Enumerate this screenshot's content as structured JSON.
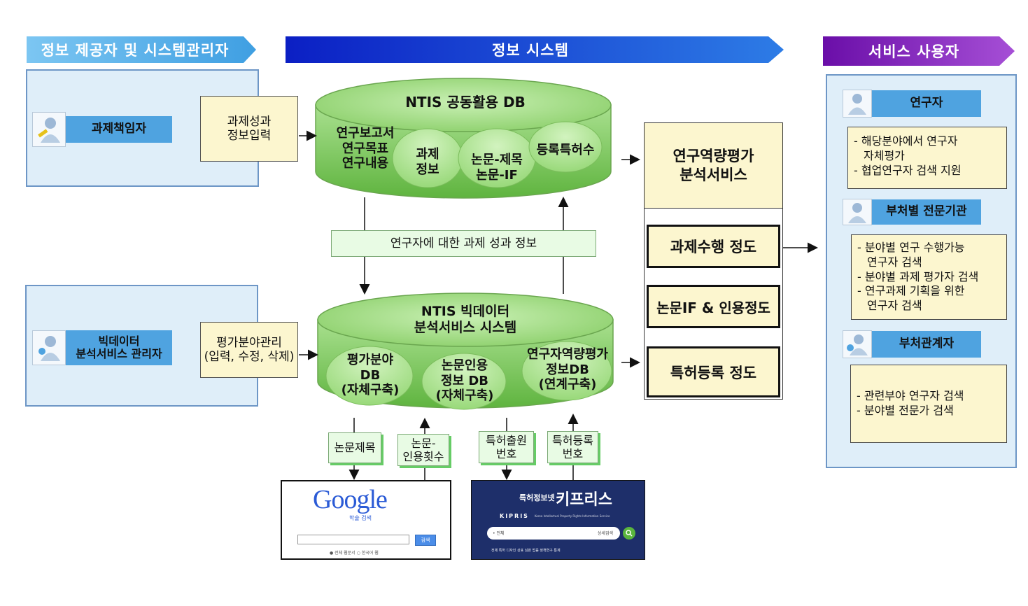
{
  "headers": {
    "left": "정보 제공자 및 시스템관리자",
    "center": "정보 시스템",
    "right": "서비스 사용자"
  },
  "colors": {
    "left_banner": "#4aa8e8",
    "center_banner": "#1a3fd0",
    "right_banner": "#7a1fb0",
    "db_green": "#8fd36f",
    "panel_blue": "#dfeef9",
    "note_yellow": "#fcf6cf"
  },
  "providers": {
    "actor1": {
      "label": "과제책임자",
      "icon": "person-pen-icon"
    },
    "note1": [
      "과제성과",
      "정보입력"
    ],
    "actor2": {
      "label_lines": [
        "빅데이터",
        "분석서비스 관리자"
      ],
      "icon": "person-manager-icon"
    },
    "note2": [
      "평가분야관리",
      "(입력, 수정, 삭제)"
    ]
  },
  "db_top": {
    "title": "NTIS 공동활용 DB",
    "items": [
      [
        "연구보고서",
        "연구목표",
        "연구내용"
      ],
      [
        "과제",
        "정보"
      ],
      [
        "논문-제목",
        "논문-IF"
      ],
      [
        "등록특허수"
      ]
    ]
  },
  "link_label": "연구자에 대한 과제 성과 정보",
  "db_bottom": {
    "title": [
      "NTIS 빅데이터",
      "분석서비스 시스템"
    ],
    "items": [
      [
        "평가분야",
        "DB",
        "(자체구축)"
      ],
      [
        "논문인용",
        "정보 DB",
        "(자체구축)"
      ],
      [
        "연구자역량평가",
        "정보DB",
        "(연계구축)"
      ]
    ]
  },
  "services": {
    "title": [
      "연구역량평가",
      "분석서비스"
    ],
    "items": [
      "과제수행 정도",
      "논문IF & 인용정도",
      "특허등록 정도"
    ]
  },
  "external_links": [
    [
      "논문제목"
    ],
    [
      "논문-",
      "인용횟수"
    ],
    [
      "특허출원",
      "번호"
    ],
    [
      "특허등록",
      "번호"
    ]
  ],
  "external": {
    "google": {
      "logo": "Google",
      "sub": "학술 검색",
      "search_btn": "검색",
      "options": [
        "● 전체 웹문서",
        "○ 한국어 웹"
      ]
    },
    "kipris": {
      "top": "특허정보넷",
      "logo": "키프리스",
      "brand": "KIPRIS",
      "tagline": "Korea Intellectual Property Rights Information Service",
      "search_prefix": "• 전체",
      "search_hint": "상세검색",
      "links": [
        "전체",
        "특허",
        "디자인",
        "상표",
        "심판",
        "법률",
        "정책연구",
        "통계"
      ]
    }
  },
  "users": [
    {
      "label": "연구자",
      "icon": "person-researcher-icon",
      "lines": [
        "- 해당분야에서 연구자",
        "  자체평가",
        "- 협업연구자 검색 지원"
      ]
    },
    {
      "label": "부처별 전문기관",
      "icon": "person-agency-icon",
      "lines": [
        "- 분야별 연구 수행가능",
        "  연구자 검색",
        "- 분야별 과제 평가자 검색",
        "- 연구과제 기획을 위한",
        "  연구자 검색"
      ]
    },
    {
      "label": "부처관계자",
      "icon": "person-official-icon",
      "lines": [
        "- 관련부야 연구자 검색",
        "- 분야별 전문가 검색"
      ]
    }
  ]
}
